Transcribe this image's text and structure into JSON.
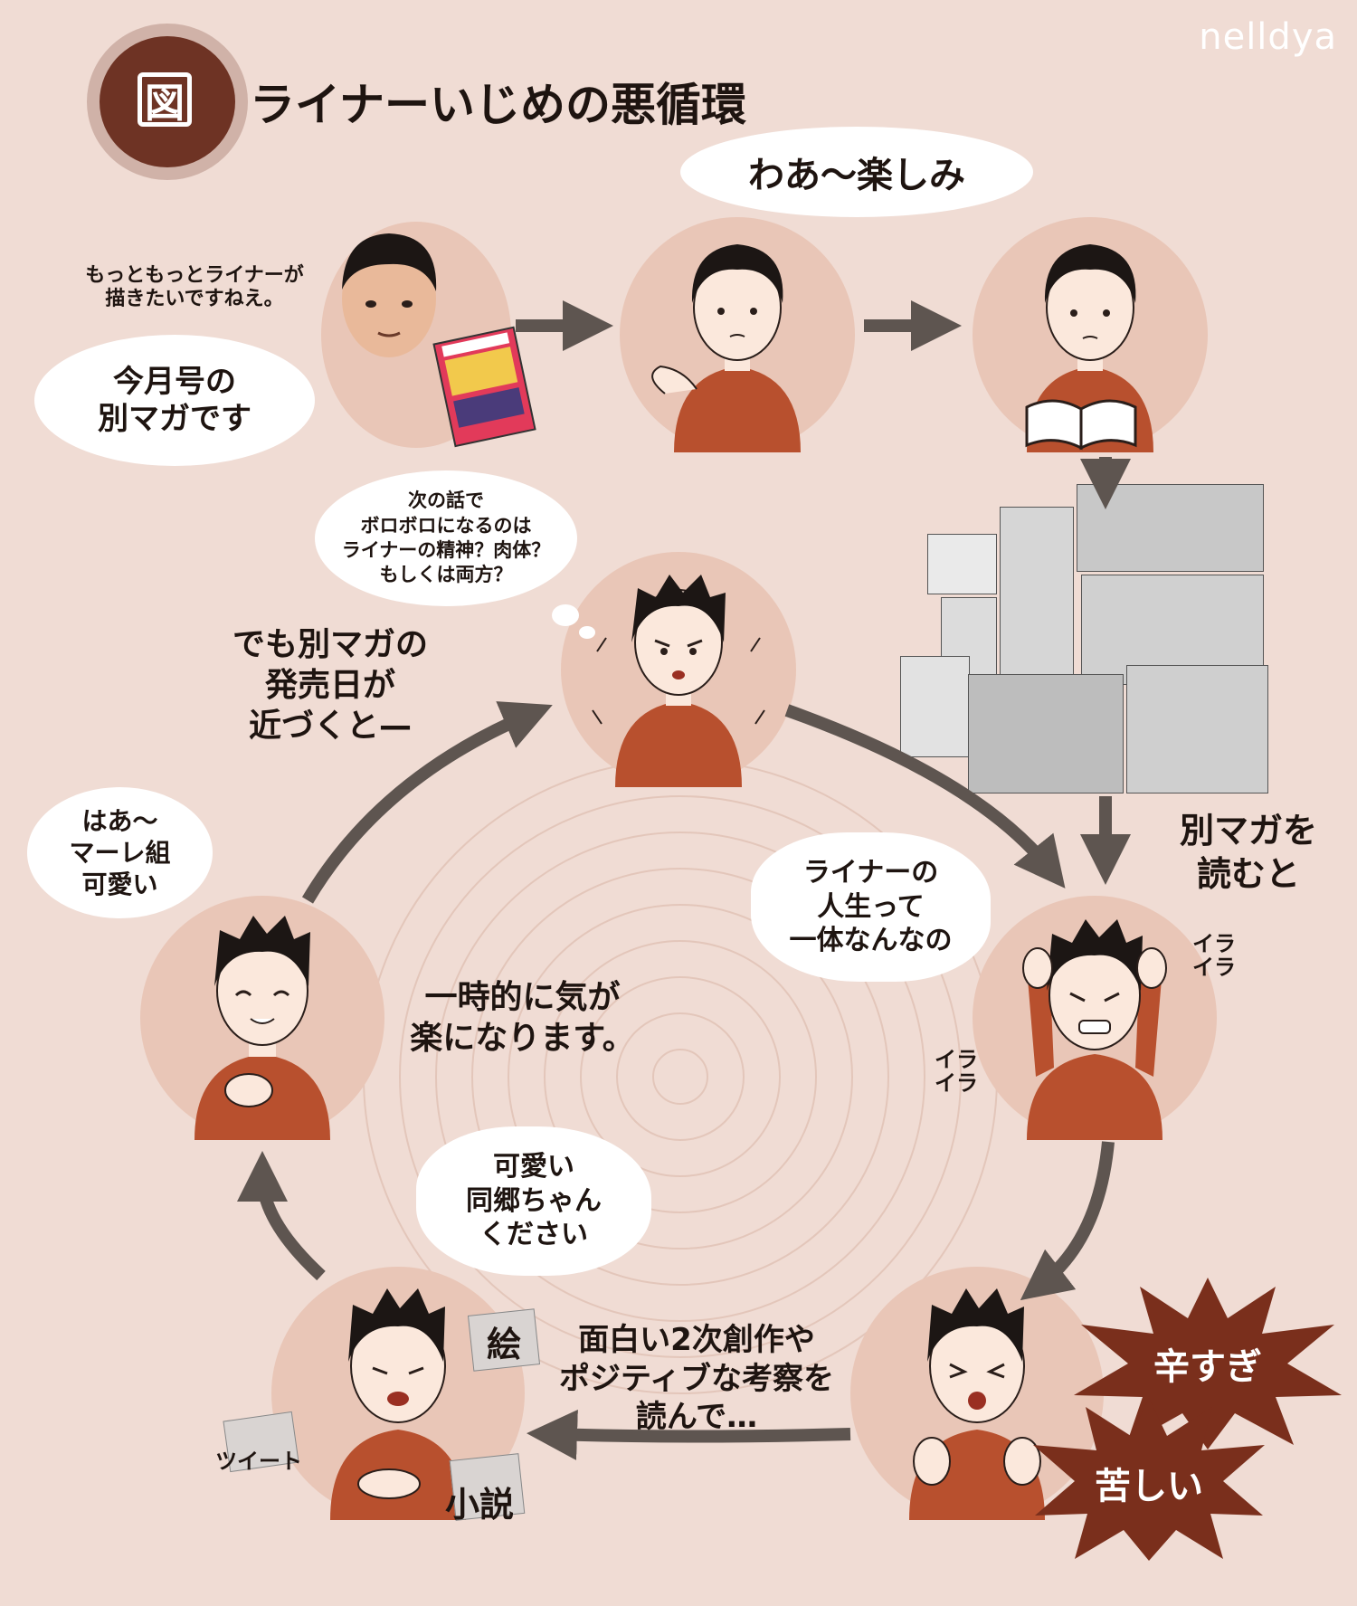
{
  "watermark": "nelldya",
  "header": {
    "badge_glyph": "図",
    "title": "ライナーいじめの悪循環"
  },
  "top_row": {
    "author_quote": "もっともっとライナーが\n描きたいですねえ。",
    "author_bubble": "今月号の\n別マガです",
    "fan_bubble_excited": "わあ〜楽しみ"
  },
  "cycle": {
    "anxious_thought": "次の話で\nボロボロになるのは\nライナーの精神？肉体？\nもしくは両方？",
    "release_caption": "でも別マガの\n発売日が\n近づくと—",
    "read_caption": "別マガを\n読むと",
    "angry_bubble": "ライナーの\n人生って\n一体なんなの",
    "irritation_sfx": [
      "イラ\nイラ",
      "イラ\nイラ"
    ],
    "pain_bursts": [
      "辛すぎ",
      "苦しい"
    ],
    "derivative_caption": "面白い2次創作や\nポジティブな考察を\n読んで…",
    "request_bubble": "可愛い\n同郷ちゃん\nください",
    "media_tags": [
      "絵",
      "ツイート",
      "小説"
    ],
    "happy_bubble": "はあ〜\nマーレ組\n可愛い",
    "center_caption": "一時的に気が\n楽になります。"
  },
  "colors": {
    "background": "#f0dcd4",
    "circle": "#e9c6b7",
    "shirt": "#b8502e",
    "arrow": "#5e5550",
    "burst": "#7a2f1c",
    "badge": "#6e3324"
  }
}
